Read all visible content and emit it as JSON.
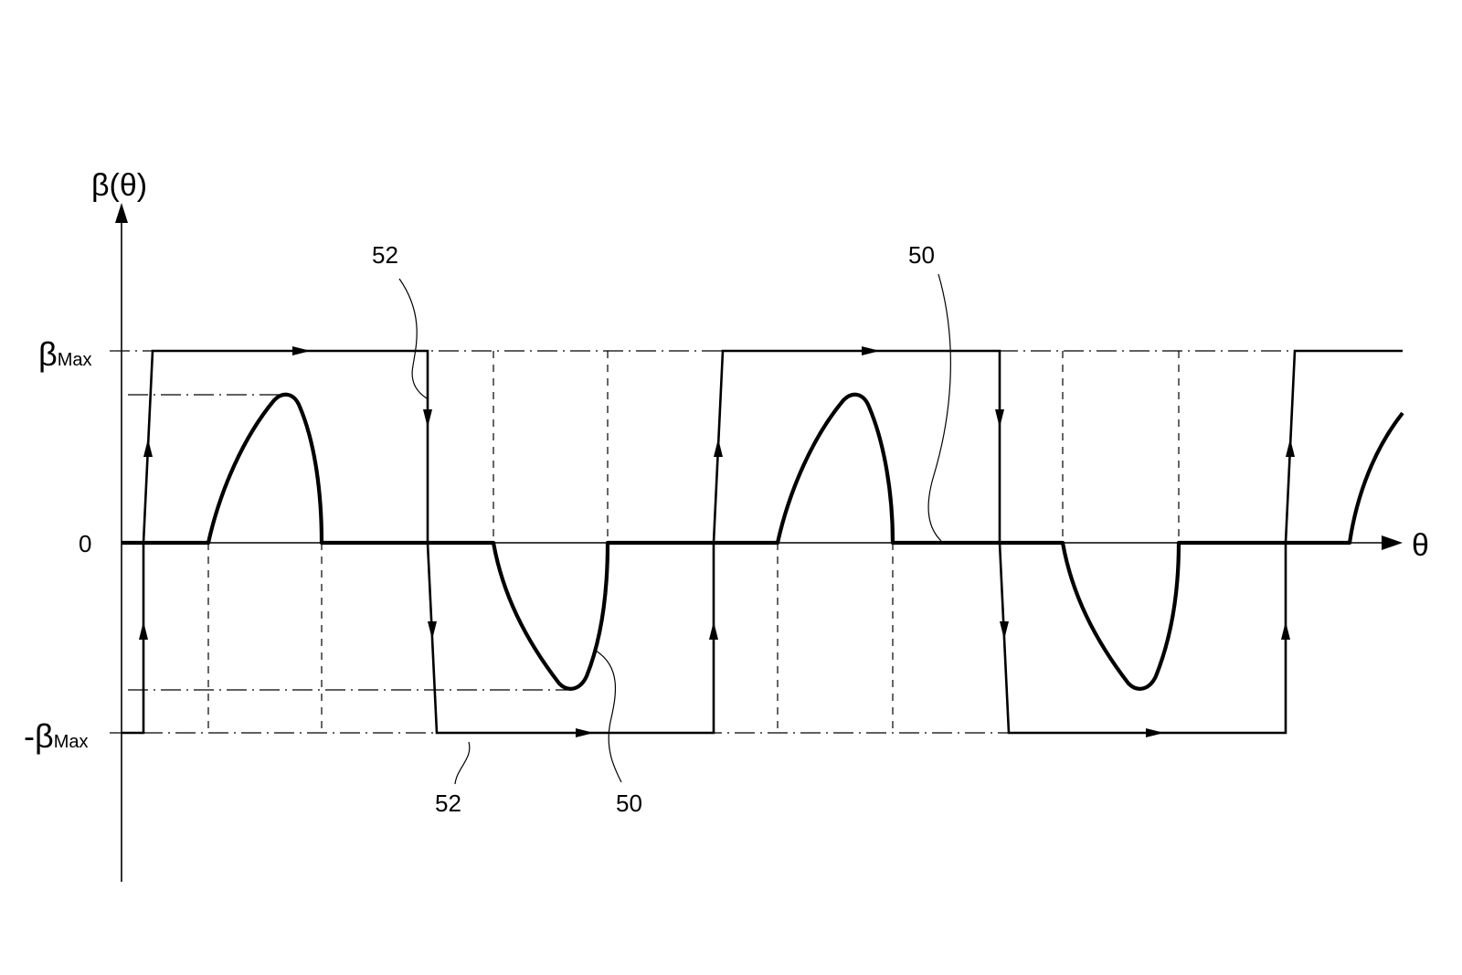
{
  "axes": {
    "y_label": "β(θ)",
    "x_label": "θ",
    "ticks": {
      "beta_max": {
        "symbol": "β",
        "sub": "Max"
      },
      "zero": "0",
      "neg_beta_max": {
        "symbol": "-β",
        "sub": "Max"
      }
    }
  },
  "references": {
    "ref_52_top": "52",
    "ref_50_top": "50",
    "ref_52_bottom": "52",
    "ref_50_bottom": "50"
  },
  "series": [
    {
      "ref": "52",
      "description_shape": "square-wave"
    },
    {
      "ref": "50",
      "description_shape": "alternating-lobes"
    }
  ]
}
